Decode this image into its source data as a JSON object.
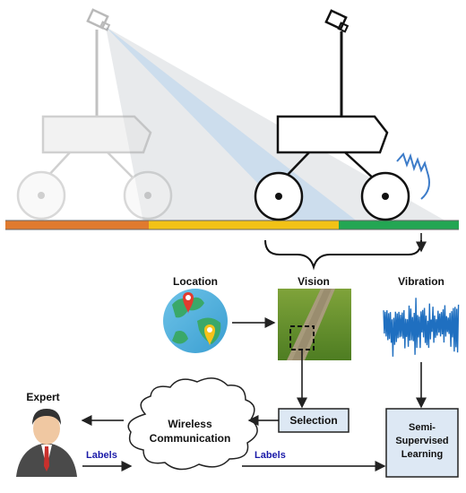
{
  "labels": {
    "location": "Location",
    "vision": "Vision",
    "vibration": "Vibration",
    "expert": "Expert",
    "selection": "Selection",
    "wireless_line1": "Wireless",
    "wireless_line2": "Communication",
    "ssl_line1": "Semi-",
    "ssl_line2": "Supervised",
    "ssl_line3": "Learning",
    "labels_left": "Labels",
    "labels_right": "Labels"
  },
  "colors": {
    "ground_orange": "#e07a2e",
    "ground_yellow": "#f2c216",
    "ground_green": "#23a653",
    "box_fill": "#dde8f4",
    "box_stroke": "#222222",
    "label_blue": "#1a1aa8",
    "vibration_signal": "#1f6fc0"
  },
  "icons": [
    "robot-ghost",
    "robot-active",
    "camera-icon",
    "globe-icon",
    "map-pin-icon",
    "grass-image",
    "vibration-signal-icon",
    "cloud-icon",
    "expert-avatar-icon"
  ]
}
